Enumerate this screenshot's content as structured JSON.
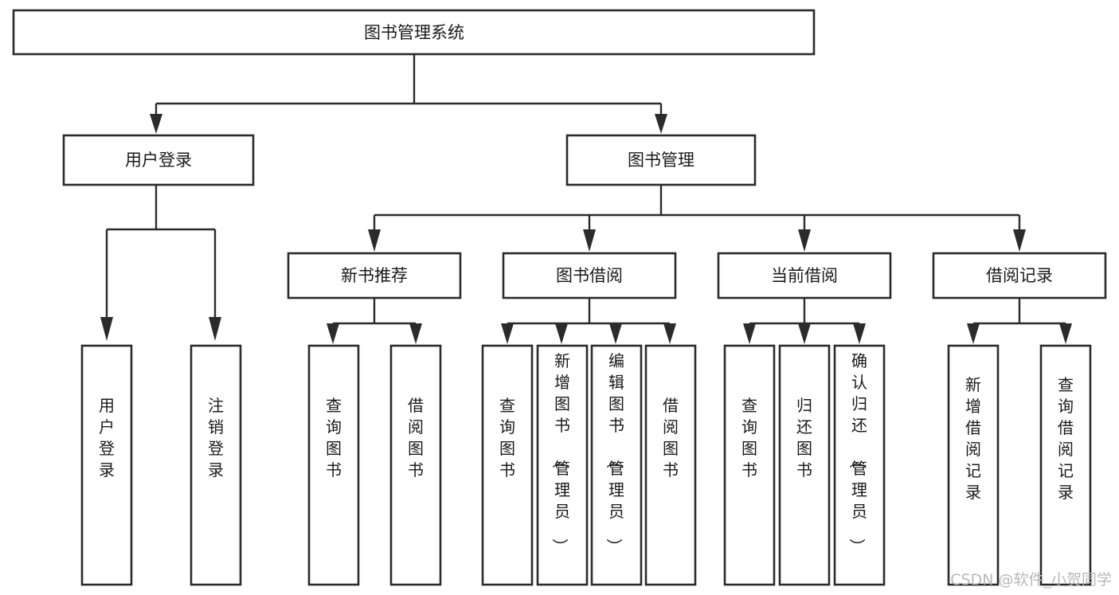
{
  "diagram": {
    "title": "图书管理系统",
    "type": "tree-hierarchy",
    "orientation": "top-down",
    "colors": {
      "box_stroke": "#2b2b2b",
      "box_fill": "#ffffff",
      "edge": "#2b2b2b",
      "text": "#1a1a1a",
      "watermark": "#b8b8b8",
      "background": "#ffffff"
    },
    "nodes": {
      "root": {
        "label": "图书管理系统"
      },
      "level2": [
        {
          "id": "user-login",
          "label": "用户登录"
        },
        {
          "id": "book-management",
          "label": "图书管理"
        }
      ],
      "level3": [
        {
          "id": "new-book-recommend",
          "label": "新书推荐"
        },
        {
          "id": "book-borrow",
          "label": "图书借阅"
        },
        {
          "id": "current-borrow",
          "label": "当前借阅"
        },
        {
          "id": "borrow-record",
          "label": "借阅记录"
        }
      ],
      "leaves": {
        "user-login": [
          {
            "id": "leaf-user-login",
            "label": "用户登录"
          },
          {
            "id": "leaf-user-logout",
            "label": "注销登录"
          }
        ],
        "new-book-recommend": [
          {
            "id": "leaf-query-book-1",
            "label": "查询图书"
          },
          {
            "id": "leaf-borrow-book-1",
            "label": "借阅图书"
          }
        ],
        "book-borrow": [
          {
            "id": "leaf-query-book-2",
            "label": "查询图书"
          },
          {
            "id": "leaf-add-book",
            "label": "新增图书（管理员）"
          },
          {
            "id": "leaf-edit-book",
            "label": "编辑图书（管理员）"
          },
          {
            "id": "leaf-borrow-book-2",
            "label": "借阅图书"
          }
        ],
        "current-borrow": [
          {
            "id": "leaf-query-book-3",
            "label": "查询图书"
          },
          {
            "id": "leaf-return-book",
            "label": "归还图书"
          },
          {
            "id": "leaf-confirm-return",
            "label": "确认归还（管理员）"
          }
        ],
        "borrow-record": [
          {
            "id": "leaf-add-record",
            "label": "新增借阅记录"
          },
          {
            "id": "leaf-query-record",
            "label": "查询借阅记录"
          }
        ]
      }
    },
    "watermark": "CSDN @软件_小贺同学"
  }
}
